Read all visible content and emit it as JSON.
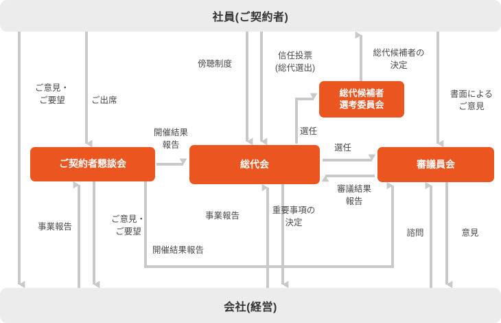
{
  "diagram": {
    "title_top": "社員(ご契約者)",
    "title_bottom": "会社(経営)",
    "colors": {
      "node_fill": "#eb5520",
      "banner_fill": "#ececec",
      "wire": "#c9c9c9",
      "label_text": "#4a4a4a",
      "node_text": "#ffffff",
      "background": "#ffffff"
    }
  },
  "nodes": {
    "konwakai": "ご契約者懇談会",
    "soudaikai": "総代会",
    "shingiinkai": "審議員会",
    "committee_line1": "総代候補者",
    "committee_line2": "選考委員会"
  },
  "edge_labels": {
    "goiken_goyobo_top": "ご意見・\nご要望",
    "goshusseki": "ご出席",
    "bochoseido": "傍聴制度",
    "shinnintohyo": "信任投票\n(総代選出)",
    "soudaikohosha_kettei": "総代候補者の\n決定",
    "shomen_goiken": "書面による\nご意見",
    "kaisaikekka_hokoku_top": "開催結果\n報告",
    "senin_committee": "選任",
    "senin_shingi": "選任",
    "shingikekka_hokoku": "審議結果\n報告",
    "jigyo_hokoku_left": "事業報告",
    "goiken_goyobo_bottom": "ご意見・\nご要望",
    "kaisaikekka_hokoku_bottom": "開催結果報告",
    "jigyo_hokoku_mid": "事業報告",
    "juyojiko_kettei": "重要事項の\n決定",
    "shimon": "諮問",
    "iken": "意見"
  }
}
